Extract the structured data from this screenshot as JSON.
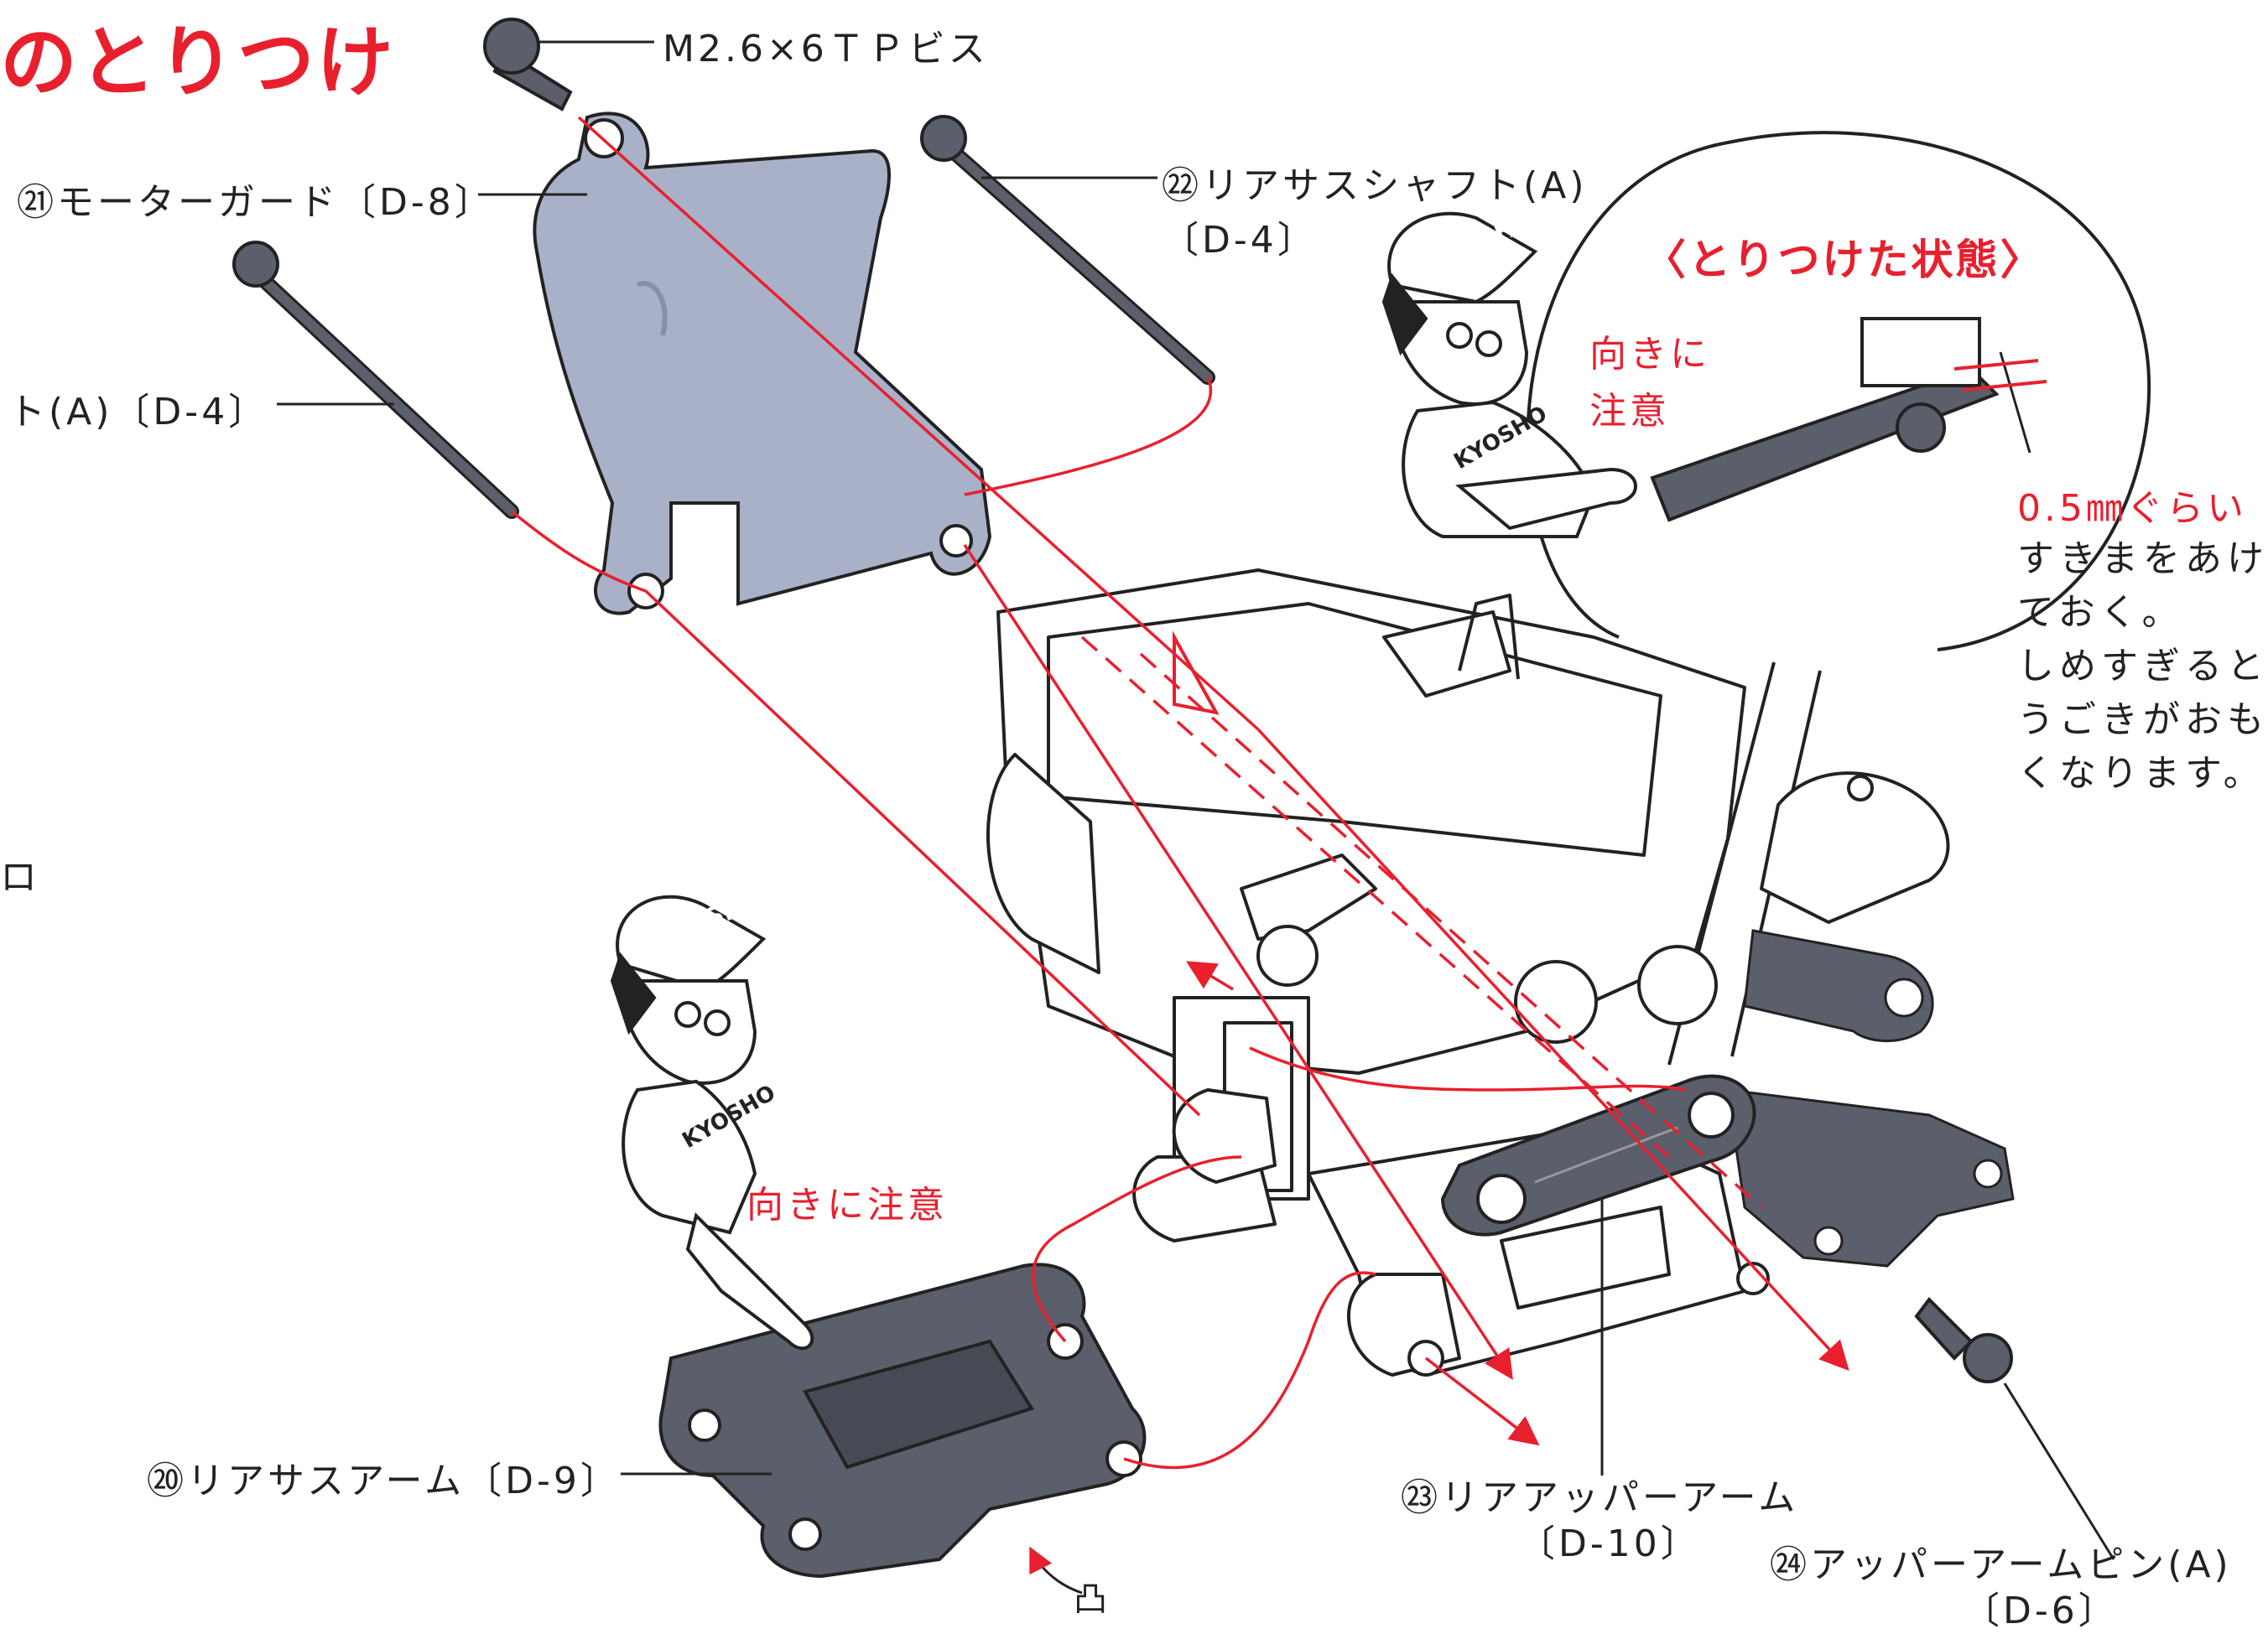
{
  "title": "のとりつけ",
  "labels": {
    "screw": "M2.6×6ＴＰビス",
    "motor_guard": "㉑モーターガード〔D-8〕",
    "shaft_right_line1": "㉒リアサスシャフト(A)",
    "shaft_right_line2": "〔D-4〕",
    "shaft_left": "ト(A)〔D-4〕",
    "rear_arm": "⑳リアサスアーム〔D-9〕",
    "upper_arm_line1": "㉓リアアッパーアーム",
    "upper_arm_line2": "〔D-10〕",
    "arm_pin_line1": "㉔アッパーアームピン(A)",
    "arm_pin_line2": "〔D-6〕",
    "convex": "凸",
    "edge_mark": "ロ"
  },
  "callout": {
    "title": "〈とりつけた状態〉",
    "warning_line1": "向きに",
    "warning_line2": "注意",
    "gap": "0.5㎜ぐらい",
    "note_lines": [
      "すきまをあけ",
      "ておく。",
      "しめすぎると",
      "うごきがおも",
      "くなります。"
    ]
  },
  "lower_warning": "向きに注意",
  "cap_logo": "KYOSHO",
  "colors": {
    "accent": "#e8202e",
    "part_gray": "#5b5f6b",
    "guard": "#a9b1c8",
    "ink": "#222222"
  }
}
